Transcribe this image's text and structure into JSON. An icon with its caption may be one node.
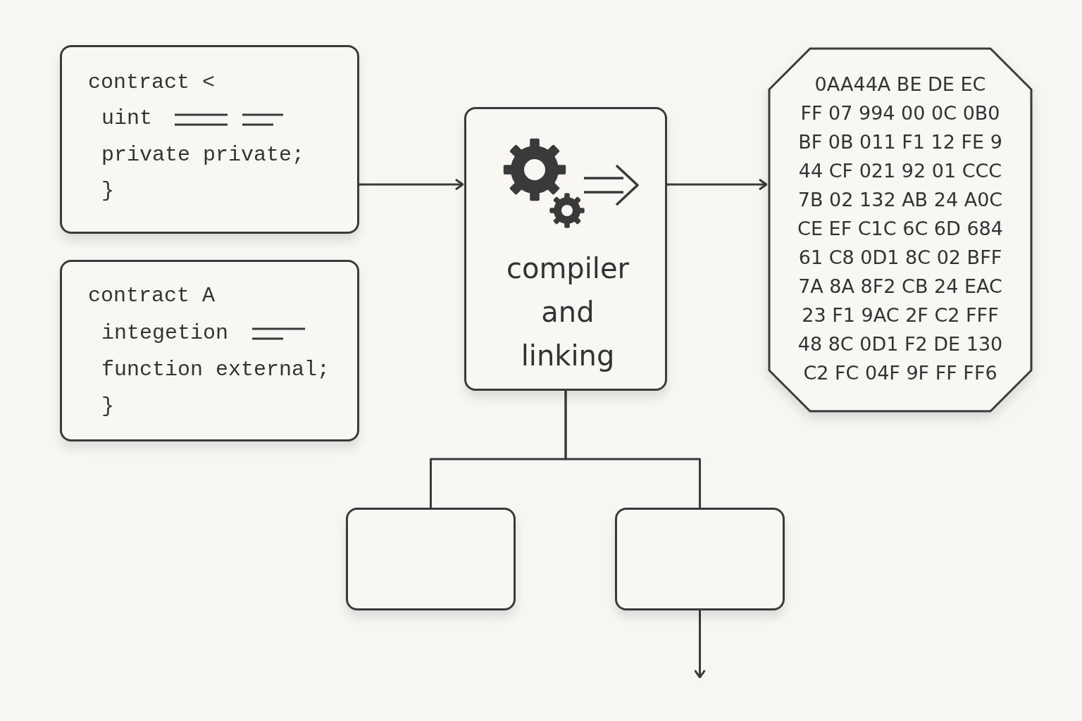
{
  "diagram": {
    "nodes": [
      {
        "text": [
          "contract <",
          "uint",
          "private private;",
          "}"
        ]
      },
      {
        "text": [
          "contract A",
          "integetion",
          "function external;",
          "}"
        ]
      },
      {
        "text": [
          "compiler and linking"
        ]
      },
      {
        "text": [
          "0AA44A BE DE EC",
          "FF 07 994 00 0C 0B0",
          "BF 0B 011 F1 12 FE 9",
          "44 CF 021 92 01 CCC",
          "7B 02 132 AB 24 A0C",
          "CE EF C1C 6C 6D 684",
          "61 C8 0D1 8C 02 BFF",
          "7A 8A 8F2 CB 24 EAC",
          "23 F1 9AC 2F C2 FFF",
          "48 8C 0D1 F2 DE 130",
          "C2 FC 04F 9F FF FF6"
        ]
      },
      {
        "text": [],
        "shape": "box"
      },
      {
        "text": [],
        "shape": "box"
      }
    ],
    "edges": [
      {
        "from": 0,
        "to": 2,
        "arrow": "to"
      },
      {
        "from": 2,
        "to": 3,
        "arrow": "to"
      },
      {
        "from": 2,
        "to": 4,
        "arrow": "none"
      },
      {
        "from": 2,
        "to": 5,
        "arrow": "none"
      },
      {
        "from": 5,
        "to": null,
        "arrow": "to"
      }
    ]
  }
}
